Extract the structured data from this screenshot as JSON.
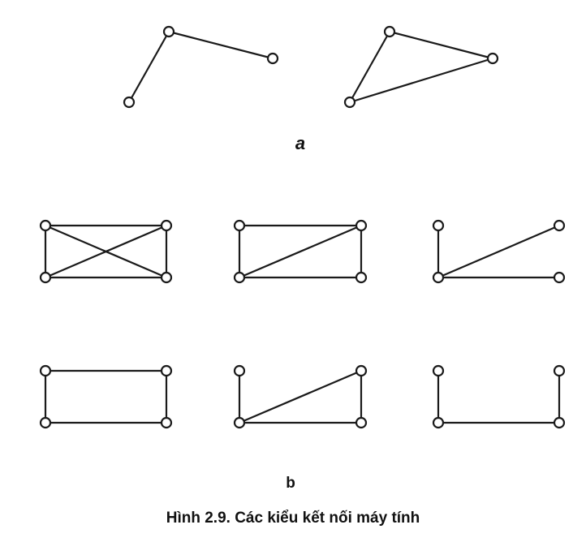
{
  "labels": {
    "a": "a",
    "b": "b"
  },
  "caption": "Hình 2.9. Các kiểu kết nối máy tính",
  "colors": {
    "line": "#1a1a1a",
    "node_fill": "#ffffff",
    "background": "#ffffff"
  }
}
